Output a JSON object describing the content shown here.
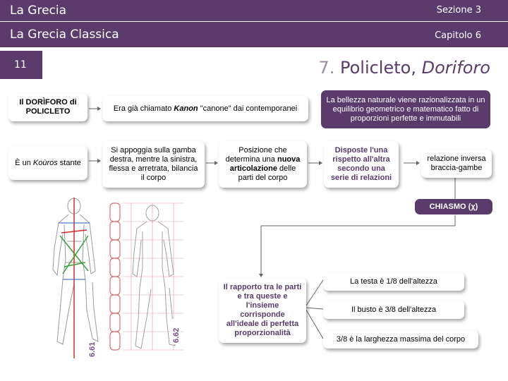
{
  "header": {
    "course": "La Grecia",
    "section": "Sezione 3",
    "subtitle": "La Grecia Classica",
    "chapter": "Capitolo 6"
  },
  "page_number": "11",
  "title": {
    "number": "7.",
    "text": "Policleto,",
    "work": "Doriforo"
  },
  "boxes": {
    "doriforo_head": "Il DORÌFORO di POLICLETO",
    "kouros_pre": "È un ",
    "kouros_word": "Koùros",
    "kouros_post": " stante",
    "canon_pre": "Era già chiamato ",
    "canon_word": "Kanon",
    "canon_post": " \"canone\" dai contemporanei",
    "beauty": "La bellezza naturale viene razionalizzata in un equilibrio geometrico e matematico fatto di proporzioni perfette e immutabili",
    "stance": "Si appoggia sulla gamba destra, mentre la sinistra, flessa e  arretrata, bilancia il corpo",
    "position_pre": "Posizione che determina una ",
    "position_bold": "nuova articolazione",
    "position_post": " delle parti del corpo",
    "arranged": "Disposte l'una rispetto all'altra secondo una serie di relazioni",
    "inverse": "relazione inversa braccia-gambe",
    "chiasmo": "CHIASMO (χ)",
    "ratio": "Il rapporto tra le parti e tra queste e l'insieme corrisponde all'ideale di perfetta proporzionalità",
    "head_ratio": "La testa è 1/8 dell'altezza",
    "bust_ratio": "Il busto è 3/8 dell'altezza",
    "width_ratio": "3/8 è la larghezza massima del corpo"
  },
  "figure_labels": {
    "left": "6.61",
    "right": "6.62"
  },
  "colors": {
    "accent": "#5a3b6b",
    "title_number": "#9a8aa6"
  }
}
